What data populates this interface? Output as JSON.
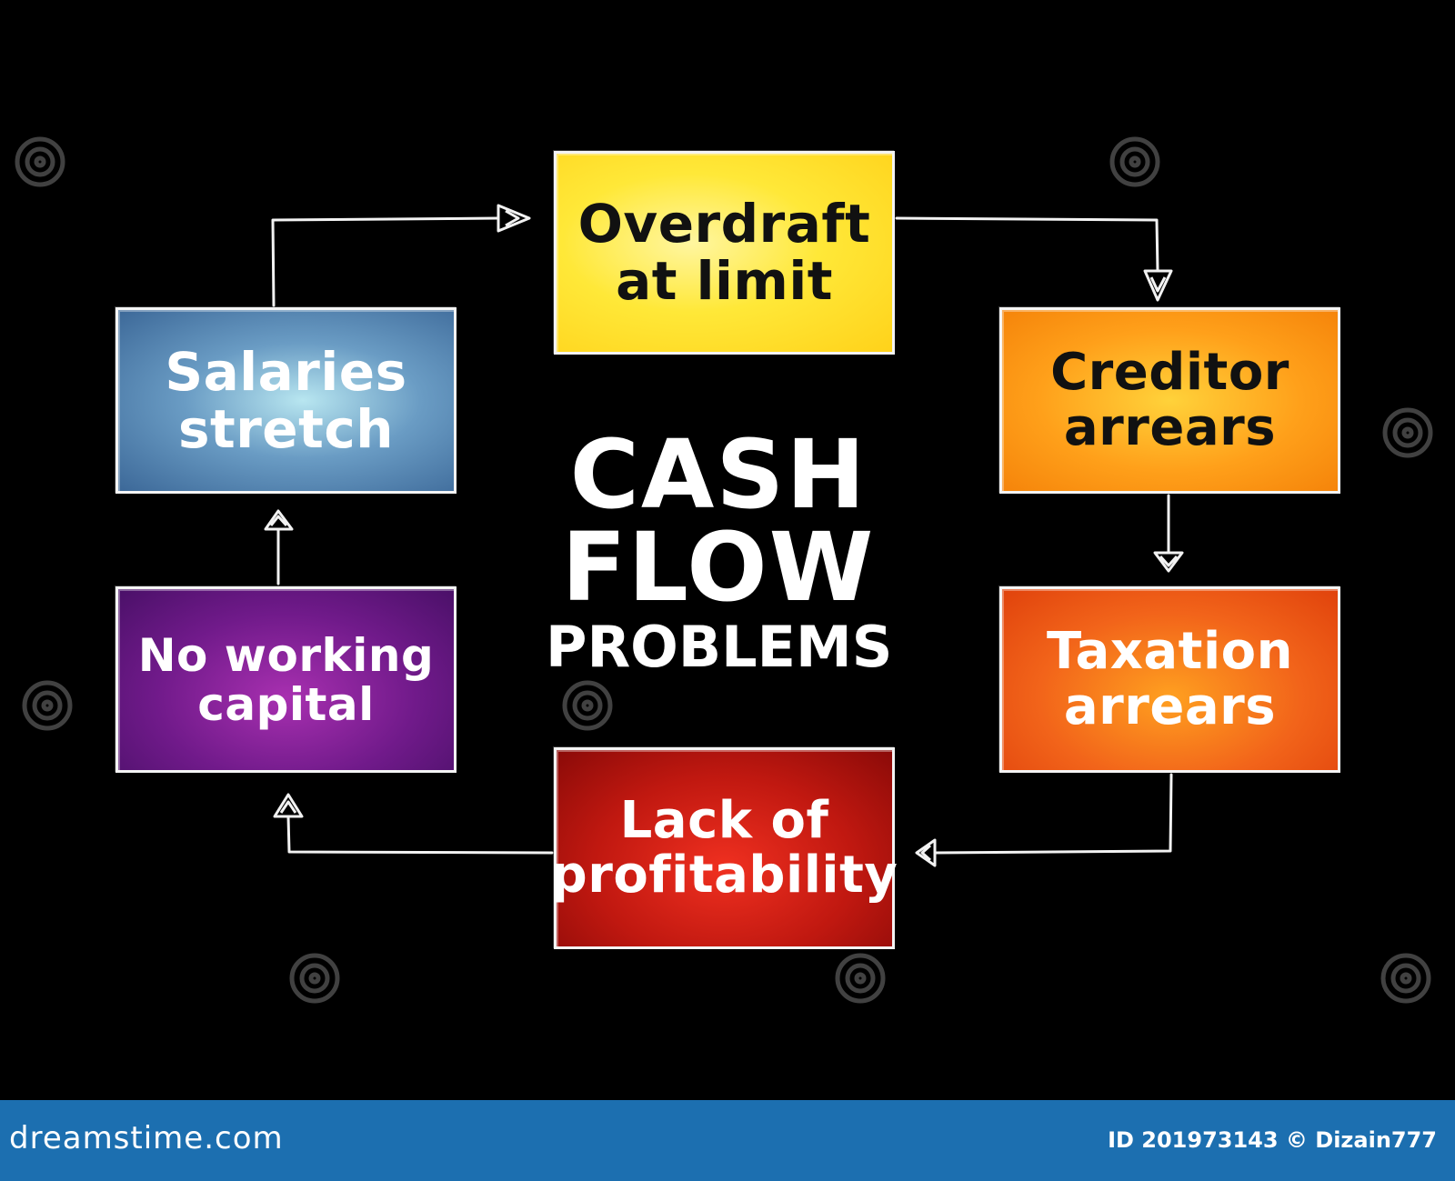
{
  "title": {
    "line1": "CASH",
    "line2": "FLOW",
    "line3": "PROBLEMS"
  },
  "nodes": {
    "overdraft": {
      "line1": "Overdraft",
      "line2": "at limit",
      "color": "#ffe838"
    },
    "creditor": {
      "line1": "Creditor",
      "line2": "arrears",
      "color": "#ffa01a"
    },
    "taxation": {
      "line1": "Taxation",
      "line2": "arrears",
      "color": "#f2641a"
    },
    "lack": {
      "line1": "Lack of",
      "line2": "profitability",
      "color": "#c01810"
    },
    "noworking": {
      "line1": "No working",
      "line2": "capital",
      "color": "#701a8a"
    },
    "salaries": {
      "line1": "Salaries",
      "line2": "stretch",
      "color": "#6a9cc4"
    }
  },
  "flow": [
    "overdraft",
    "creditor",
    "taxation",
    "lack",
    "noworking",
    "salaries",
    "overdraft"
  ],
  "footer": {
    "brand": "dreamstime.com",
    "id_text": "ID 201973143 © Dizain777",
    "color": "#1c6fb0"
  }
}
